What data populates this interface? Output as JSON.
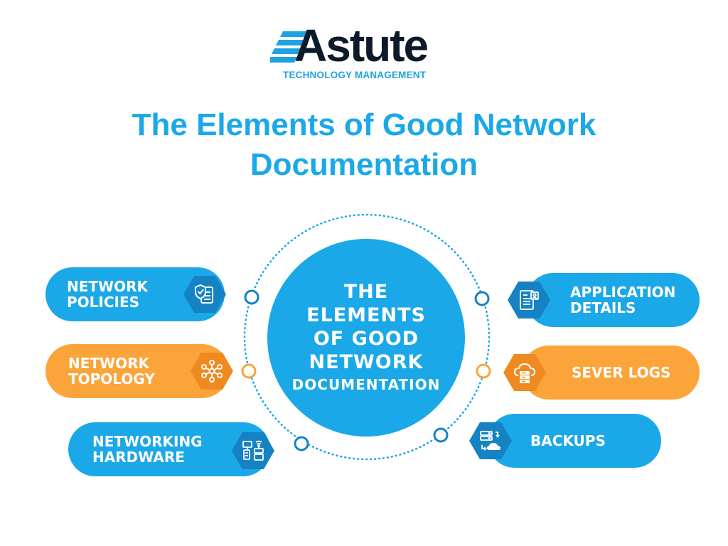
{
  "logo": {
    "name": "Astute",
    "tagline": "TECHNOLOGY MANAGEMENT"
  },
  "title": {
    "line1": "The Elements of Good Network",
    "line2": "Documentation"
  },
  "center": {
    "lines": [
      "THE",
      "ELEMENTS",
      "OF GOOD",
      "NETWORK",
      "DOCUMENTATION"
    ]
  },
  "elements_left": [
    {
      "line1": "NETWORK",
      "line2": "POLICIES",
      "icon": "shield-document-icon",
      "color": "blue"
    },
    {
      "line1": "NETWORK",
      "line2": "TOPOLOGY",
      "icon": "network-nodes-icon",
      "color": "orange"
    },
    {
      "line1": "NETWORKING",
      "line2": "HARDWARE",
      "icon": "hardware-devices-icon",
      "color": "blue"
    }
  ],
  "elements_right": [
    {
      "line1": "APPLICATION",
      "line2": "DETAILS",
      "icon": "app-document-icon",
      "color": "blue"
    },
    {
      "line1": "SEVER LOGS",
      "line2": "",
      "icon": "cloud-server-icon",
      "color": "orange"
    },
    {
      "line1": "BACKUPS",
      "line2": "",
      "icon": "server-cloud-backup-icon",
      "color": "blue"
    }
  ],
  "colors": {
    "blue": "#1ba8e8",
    "dark_blue_hex": "#1582c4",
    "orange": "#fba43a",
    "dark_orange_hex": "#ef8a20",
    "logo_text": "#0d1a2a"
  }
}
